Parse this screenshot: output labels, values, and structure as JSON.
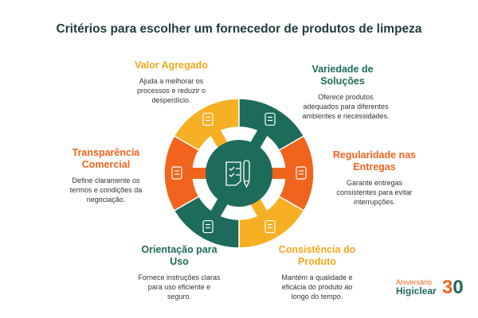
{
  "title": "Critérios para escolher um fornecedor de produtos de limpeza",
  "colors": {
    "green": "#1d6b5a",
    "orange": "#f0641e",
    "yellow": "#f7b023"
  },
  "criteria": [
    {
      "title_lines": [
        "Valor Agregado"
      ],
      "text_lines": [
        "Ajuda a melhorar os",
        "processos e reduzir o",
        "desperdício."
      ],
      "icon": "lightbulb-icon"
    },
    {
      "title_lines": [
        "Variedade de",
        "Soluções"
      ],
      "text_lines": [
        "Oferece produtos",
        "adequados para diferentes",
        "ambientes e necessidades."
      ],
      "icon": "spray-bottle-icon"
    },
    {
      "title_lines": [
        "Transparência",
        "Comercial"
      ],
      "text_lines": [
        "Define claramente os",
        "termos e condições da",
        "negociação."
      ],
      "icon": "contract-icon"
    },
    {
      "title_lines": [
        "Regularidade nas",
        "Entregas"
      ],
      "text_lines": [
        "Garante entregas",
        "consistentes para evitar",
        "interrupções."
      ],
      "icon": "truck-icon"
    },
    {
      "title_lines": [
        "Orientação para",
        "Uso"
      ],
      "text_lines": [
        "Fornece instruções claras",
        "para uso eficiente e",
        "seguro."
      ],
      "icon": "manual-book-icon"
    },
    {
      "title_lines": [
        "Consistência do",
        "Produto"
      ],
      "text_lines": [
        "Mantém a qualidade e",
        "eficácia do produto ao",
        "longo do tempo."
      ],
      "icon": "detergent-bottle-icon"
    }
  ],
  "center_icon": "checklist-pen-icon",
  "logo": {
    "line1": "Aniversário",
    "line2": "Higiclear",
    "number_a": "3",
    "number_b": "0"
  }
}
